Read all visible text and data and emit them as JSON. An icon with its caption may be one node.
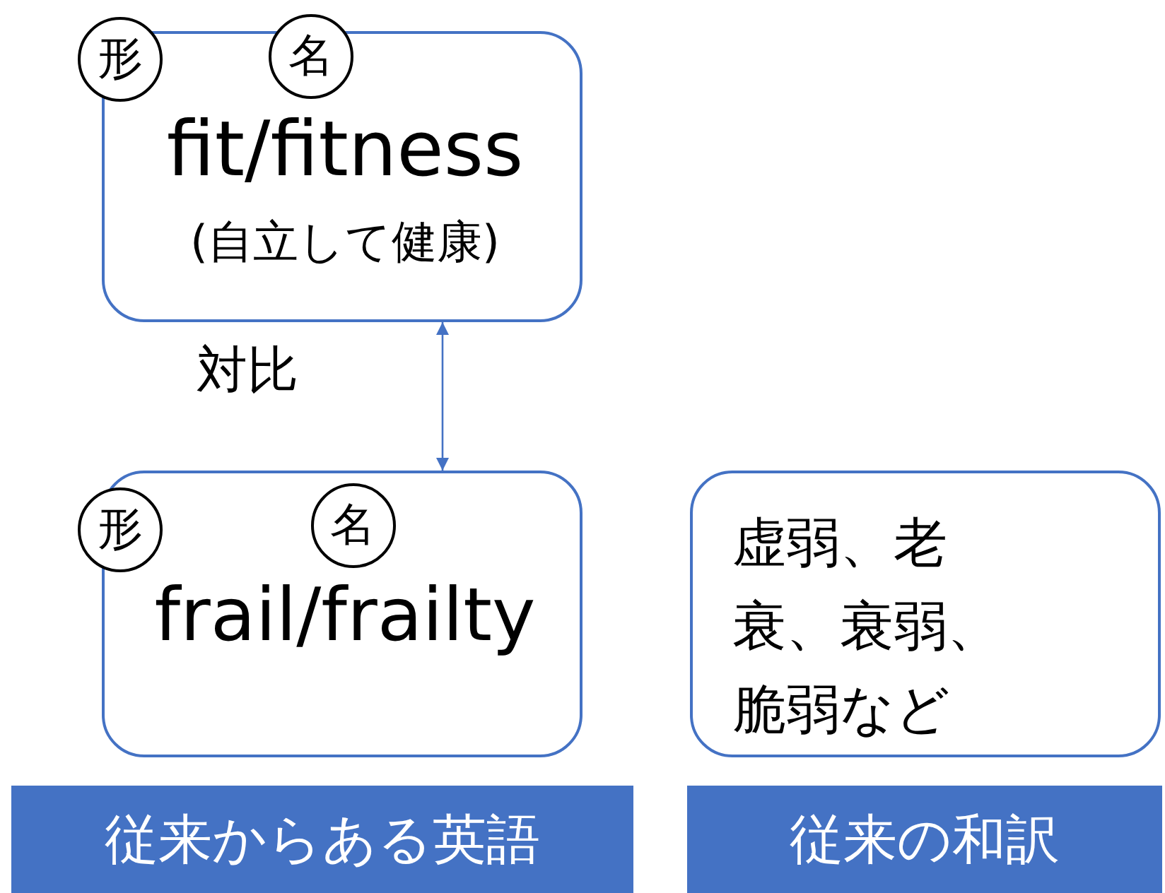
{
  "diagram": {
    "nodes": [
      {
        "text": [
          "fit/fitness",
          "(自立して健康)"
        ]
      },
      {
        "text": [
          "形"
        ]
      },
      {
        "text": [
          "名"
        ]
      },
      {
        "text": [
          "frail/frailty"
        ]
      },
      {
        "text": [
          "形"
        ]
      },
      {
        "text": [
          "名"
        ],
        "in": 3
      },
      {
        "text": [
          "虚弱、老衰、衰弱、脆弱など"
        ]
      },
      {
        "text": [
          "従来からある英語"
        ]
      },
      {
        "text": [
          "従来の和訳"
        ]
      }
    ],
    "edges": [
      {
        "from": 0,
        "to": 3,
        "arrow": "both",
        "label": "対比"
      }
    ]
  }
}
